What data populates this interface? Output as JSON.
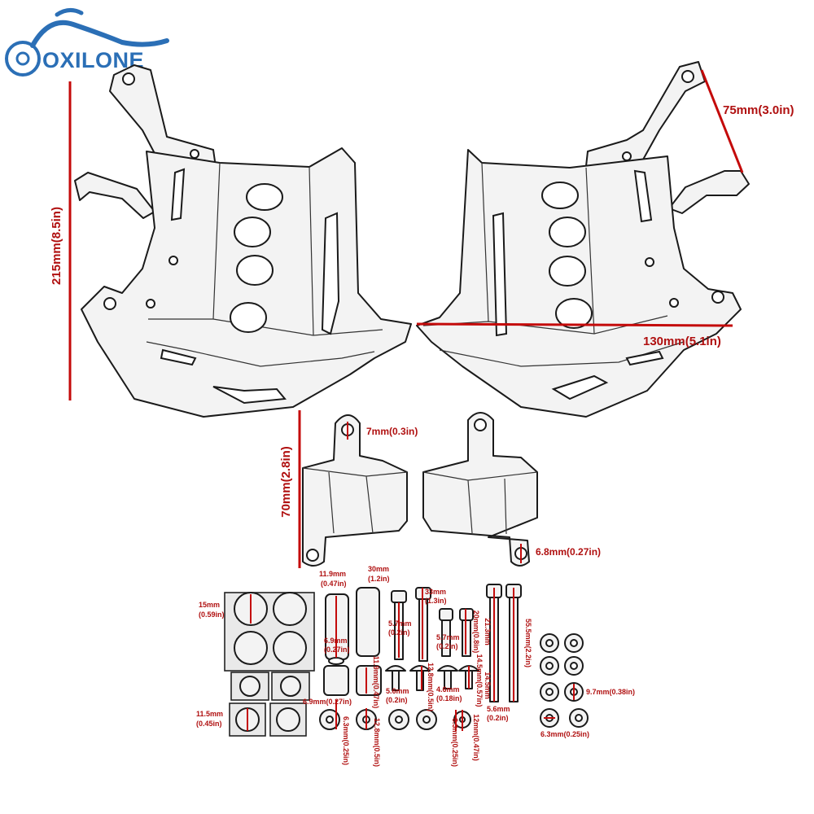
{
  "brand": {
    "logo_text": "OXILONE"
  },
  "dimensions": {
    "height_total": "215mm(8.5in)",
    "mount_width": "75mm(3.0in)",
    "plate_width": "130mm(5.1in)",
    "bracket_height": "70mm(2.8in)",
    "bracket_hole_top": "7mm(0.3in)",
    "bracket_hole_bottom": "6.8mm(0.27in)"
  },
  "hardware": {
    "rubber_large_a": "15mm",
    "rubber_large_b": "(0.59in)",
    "rubber_small_a": "11.5mm",
    "rubber_small_b": "(0.45in)",
    "spacer_od_a": "11.9mm",
    "spacer_od_b": "(0.47in)",
    "spacer_len_a": "30mm",
    "spacer_len_b": "(1.2in)",
    "spacer_id_a": "6.9mm",
    "spacer_id_b": "(0.27in)",
    "spacer2_len": "11.9mm(0.47in)",
    "spacer2_id": "6.9mm(0.27in)",
    "washer_big_1": "6.3mm(0.25in)",
    "washer_big_2": "12.8mm(0.5in)",
    "bolt_long_a": "33mm",
    "bolt_long_b": "(1.3in)",
    "bolt_long_d_a": "5.7mm",
    "bolt_long_d_b": "(0.2in)",
    "bolt_mid_d_a": "5.7mm",
    "bolt_mid_d_b": "(0.2in)",
    "bolt_mid_len": "20mm(0.8in)",
    "btn_d_a": "5.6mm",
    "btn_d_b": "(0.2in)",
    "btn_len": "12.8mm(0.5in)",
    "btn2_d_a": "4.6mm",
    "btn2_d_b": "(0.18in)",
    "btn2_len": "14.5mm(0.57in)",
    "washer_small_1": "6.3mm(0.25in)",
    "washer_small_2": "12mm(0.47in)",
    "screw_a": "21.3mm",
    "screw_b": "14.5mm",
    "screw_long": "55.5mm(2.2in)",
    "screw_d_a": "5.6mm",
    "screw_d_b": "(0.2in)",
    "nut_d": "9.7mm(0.38in)",
    "nut_id": "6.3mm(0.25in)"
  },
  "colors": {
    "dimension": "#c40a0a",
    "logo": "#2b6fb6",
    "line": "#1a1a1a"
  }
}
